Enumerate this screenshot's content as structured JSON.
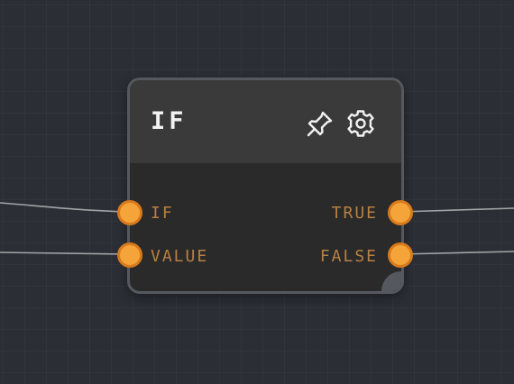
{
  "node": {
    "title": "IF",
    "header_icons": [
      "pin-icon",
      "gear-icon"
    ],
    "inputs": [
      {
        "label": "IF"
      },
      {
        "label": "VALUE"
      }
    ],
    "outputs": [
      {
        "label": "TRUE"
      },
      {
        "label": "FALSE"
      }
    ]
  },
  "colors": {
    "canvas_background": "#2b2e35",
    "node_header": "#3a3a3b",
    "node_body": "#2a2a2b",
    "node_border": "#55585e",
    "port_fill": "#f5a43a",
    "port_stroke": "#d87a1c",
    "port_label": "#b88042",
    "wire": "#a3a4a6"
  }
}
